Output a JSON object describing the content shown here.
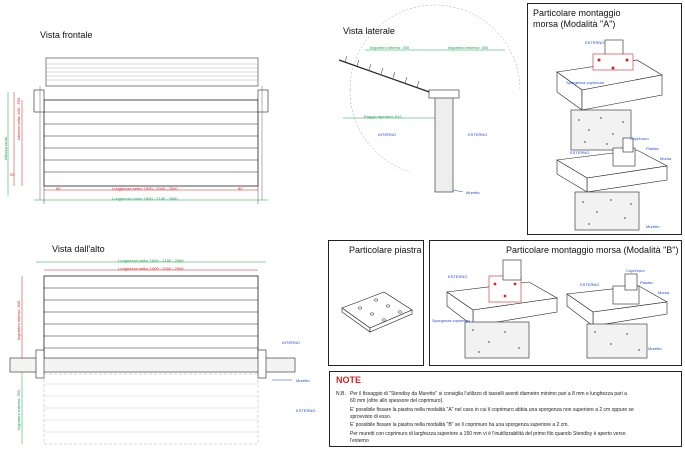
{
  "views": {
    "front": {
      "title": "Vista frontale"
    },
    "top": {
      "title": "Vista dall'alto"
    },
    "side": {
      "title": "Vista laterale"
    }
  },
  "details": {
    "clamp_a": {
      "title_line1": "Particolare montaggio",
      "title_line2": "morsa (Modalità \"A\")"
    },
    "plate": {
      "title": "Particolare piastra"
    },
    "clamp_b": {
      "title": "Particolare montaggio morsa (Modalità \"B\")"
    }
  },
  "dimensions": {
    "front_useful_length": "Lunghezza netta: 1900 - 2000 - 2500",
    "front_total_length": "Lunghezza lorda: 1800 - 2180 - 2680",
    "front_height": "Altezza netta: 400 - 550",
    "front_height_gross": "Altezza lorda",
    "front_left_small": "80",
    "front_right_small": "80",
    "front_left_side": "20",
    "top_total_length": "Lunghezza lorda: 1800 - 2180 - 2680",
    "top_useful_length": "Lunghezza netta: 1900 - 2000 - 2500",
    "top_depth": "Ingombro interno: 900",
    "top_depth_ext": "Ingombro esterno: 550",
    "side_internal": "Ingombro interno: 300",
    "side_external": "Ingombro esterno: 300",
    "side_radius": "Raggio apertura: 612"
  },
  "labels": {
    "interno": "INTERNO",
    "esterno": "ESTERNO",
    "muretto": "Muretto",
    "coprimuro": "Coprimuro",
    "piastra": "Piastra",
    "morsa": "Morsa",
    "sporgenza": "Sporgenza coprimuro"
  },
  "notes": {
    "title": "NOTE",
    "nb": "N.B.",
    "lines": [
      "Per il fissaggio di \"Stendisy da Muretto\" si consiglia l'utilizzo di tasselli aventi diametro minimo pari a 8 mm e lunghezza pari a",
      "60 mm (oltre allo spessore del coprimuro).",
      "E' possibile fissare la piastra nella modalità \"A\" nel caso in cui il coprimuro abbia una sporgenza non superiore a 2 cm oppure se",
      "sprovvisto di esso.",
      "E' possibile fissare la piastra nella modalità \"B\" se il coprimuro ha una sporgenza  superiore a 2  cm.",
      "Per muretti con coprimuro di larghezza superiore a 150 mm vi è l'inutilizzabilità del primo filo quando Stendisy è aperto verso",
      "l'esterno"
    ]
  }
}
